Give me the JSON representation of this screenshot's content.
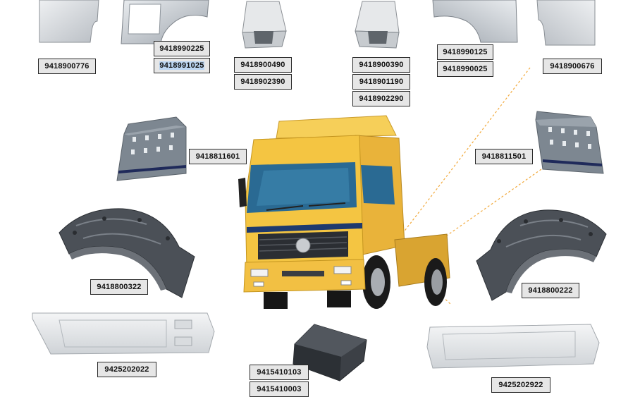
{
  "parts": {
    "p1": {
      "codes": [
        "9418900776"
      ]
    },
    "p2": {
      "codes": [
        "9418990225",
        "9418991025"
      ]
    },
    "p3": {
      "codes": [
        "9418900490",
        "9418902390"
      ]
    },
    "p4": {
      "codes": [
        "9418900390",
        "9418901190",
        "9418902290"
      ]
    },
    "p5": {
      "codes": [
        "9418990125",
        "9418990025"
      ]
    },
    "p6": {
      "codes": [
        "9418900676"
      ]
    },
    "p7": {
      "codes": [
        "9418811601"
      ]
    },
    "p8": {
      "codes": [
        "9418811501"
      ]
    },
    "p9": {
      "codes": [
        "9418800322"
      ]
    },
    "p10": {
      "codes": [
        "9418800222"
      ]
    },
    "p11": {
      "codes": [
        "9425202022"
      ]
    },
    "p12": {
      "codes": [
        "9415410103",
        "9415410003"
      ]
    },
    "p13": {
      "codes": [
        "9425202922"
      ]
    }
  },
  "colors": {
    "label_bg": "#e6e6e6",
    "label_border": "#2a2a2a",
    "truck_yellow": "#f4c542",
    "leader_line": "#f2a93b",
    "text_selection": "#bcd6f2"
  }
}
